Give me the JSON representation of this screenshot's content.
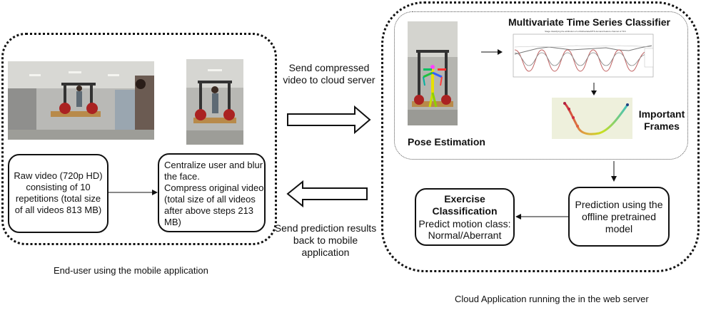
{
  "mobile": {
    "caption": "End-user using the mobile application",
    "raw_video_text": "Raw video (720p HD) consisting  of 10 repetitions (total size of all videos 813 MB)",
    "process_text": "Centralize user and blur the face.\nCompress original video (total size of all videos after above steps 213 MB)"
  },
  "transfer": {
    "send_label": "Send compressed video to cloud server",
    "return_label": "Send prediction results back to mobile application"
  },
  "cloud": {
    "caption": "Cloud Application running the in the web server",
    "classifier_title": "Multivariate Time Series Classifier",
    "classifier_plot_title": "Stage classifying the attribution of a Multivariate/MTS demand feature channel of TFC",
    "pose_label": "Pose Estimation",
    "frames_label": "Important Frames",
    "prediction_text": "Prediction using the offline pretrained model",
    "exercise_title": "Exercise Classification",
    "exercise_text": "Predict motion class: Normal/Aberrant"
  }
}
